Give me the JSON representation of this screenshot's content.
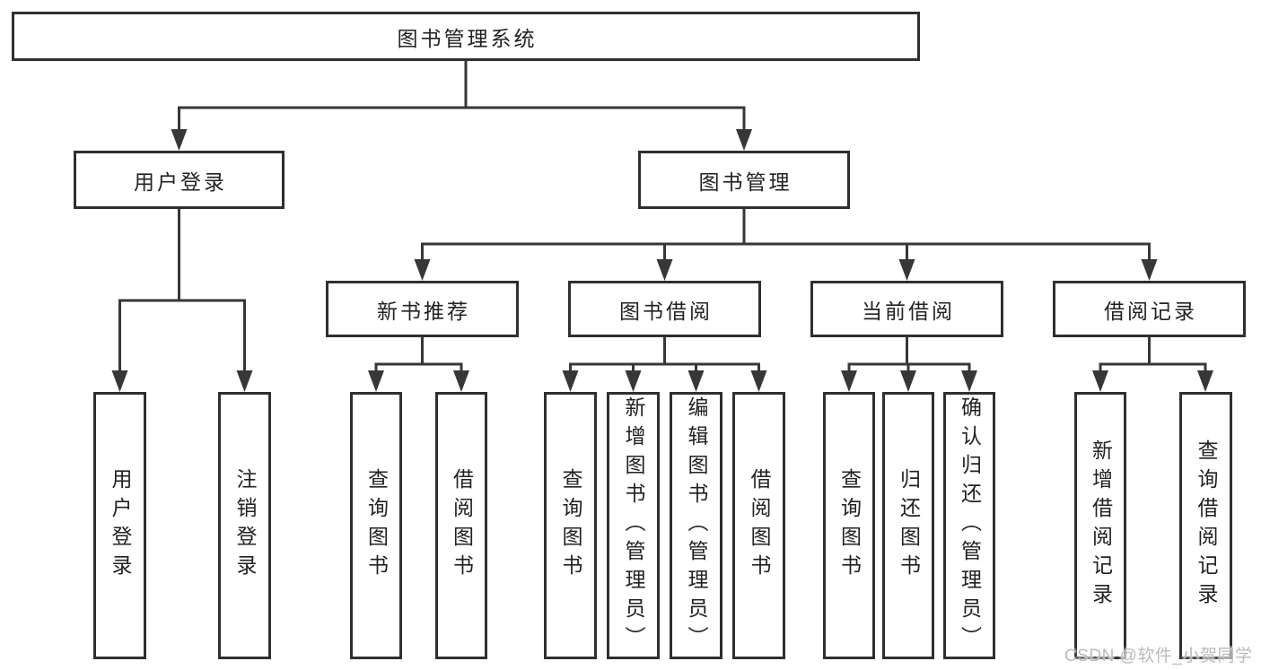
{
  "diagram_type": "hierarchy-tree",
  "tree": {
    "label": "图书管理系统",
    "children": [
      {
        "label": "用户登录",
        "children": [
          {
            "label": "用户登录"
          },
          {
            "label": "注销登录"
          }
        ]
      },
      {
        "label": "图书管理",
        "children": [
          {
            "label": "新书推荐",
            "children": [
              {
                "label": "查询图书"
              },
              {
                "label": "借阅图书"
              }
            ]
          },
          {
            "label": "图书借阅",
            "children": [
              {
                "label": "查询图书"
              },
              {
                "label": "新增图书（管理员）"
              },
              {
                "label": "编辑图书（管理员）"
              },
              {
                "label": "借阅图书"
              }
            ]
          },
          {
            "label": "当前借阅",
            "children": [
              {
                "label": "查询图书"
              },
              {
                "label": "归还图书"
              },
              {
                "label": "确认归还（管理员）"
              }
            ]
          },
          {
            "label": "借阅记录",
            "children": [
              {
                "label": "新增借阅记录"
              },
              {
                "label": "查询借阅记录"
              }
            ]
          }
        ]
      }
    ]
  },
  "watermark": {
    "text": "CSDN @软件_小贺同学"
  },
  "colors": {
    "background": "#ffffff",
    "line": "#373737",
    "box_border": "#2f2f2f",
    "text": "#222222",
    "watermark": "#b7bbc1"
  }
}
